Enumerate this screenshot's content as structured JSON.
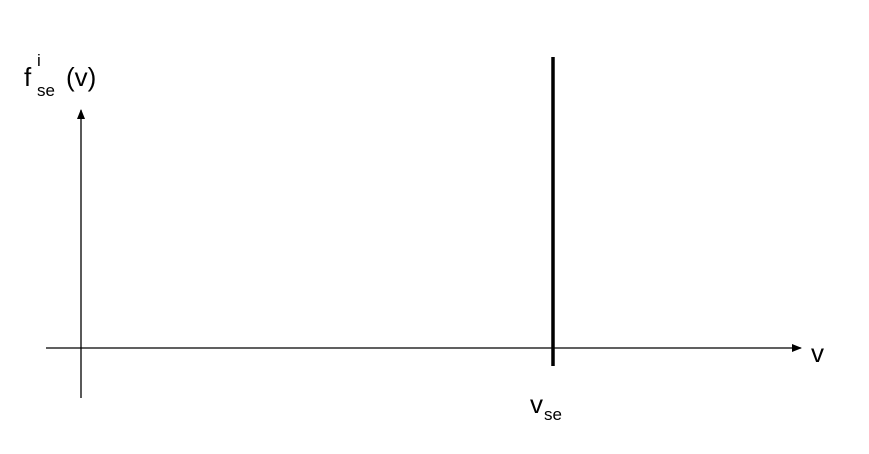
{
  "diagram": {
    "y_label": {
      "base": "f",
      "superscript": "i",
      "subscript": "se",
      "argument": "(v)"
    },
    "x_label": "v",
    "marker_label": {
      "base": "v",
      "subscript": "se"
    },
    "colors": {
      "ink": "#000000",
      "background": "#ffffff"
    }
  }
}
